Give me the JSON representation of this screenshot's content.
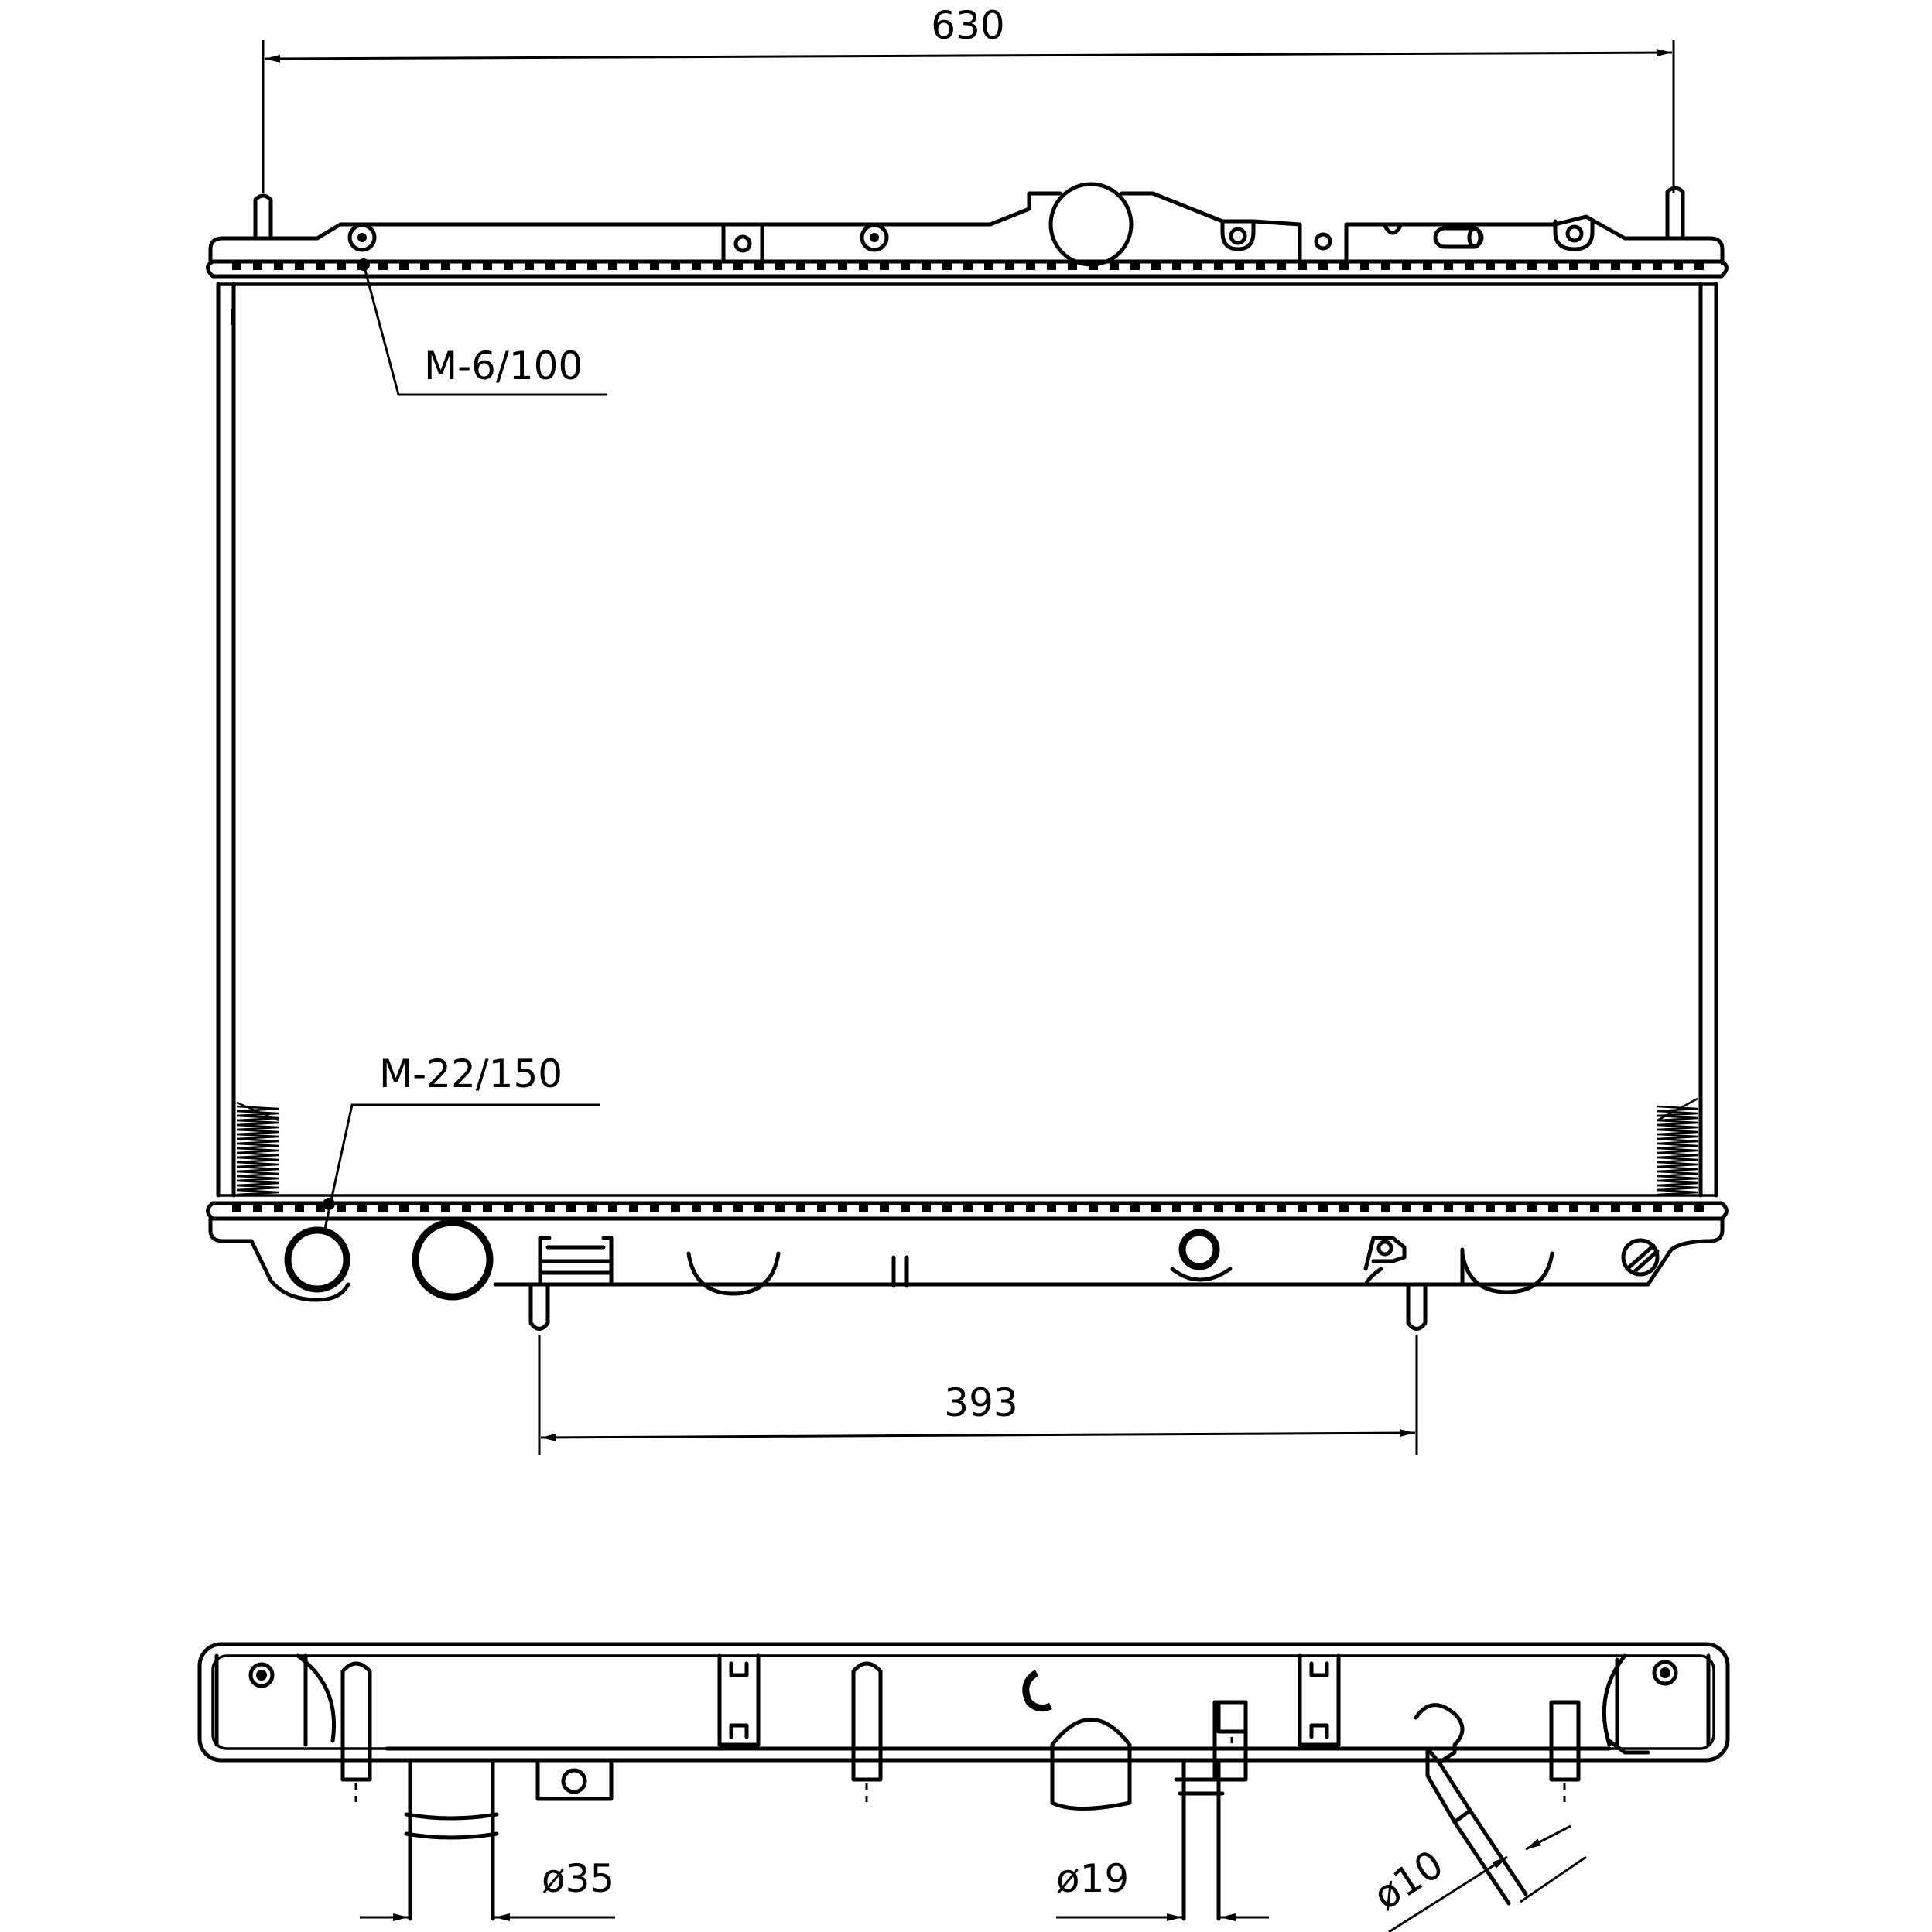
{
  "dimensions": {
    "overall_width": "630",
    "mount_spacing": "393",
    "inlet_diameter": "ø35",
    "outlet_diameter": "ø19",
    "small_port_diameter": "ø10"
  },
  "callouts": {
    "top_thread": "M-6/100",
    "drain_thread": "M-22/150"
  }
}
